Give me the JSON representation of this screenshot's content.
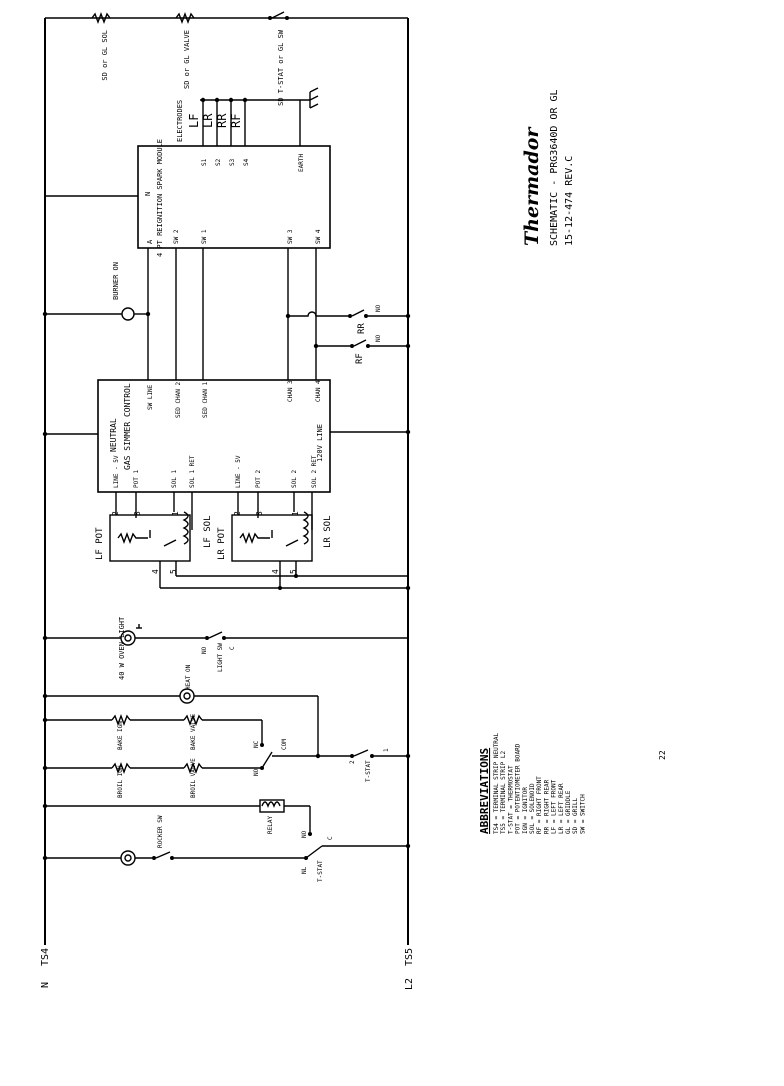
{
  "title_block": {
    "brand": "Thermador",
    "line1": "SCHEMATIC - PRG3640D OR GL",
    "line2": "15-12-474 REV.C"
  },
  "page_number": "22",
  "terminals": {
    "ts4": "TS4",
    "n": "N",
    "ts5": "TS5",
    "l2": "L2"
  },
  "labels": {
    "sd_l1_sol": "SD or GL SOL",
    "sd_l2_valve": "SD or GL VALVE",
    "tstat_sw": "SD T-STAT or GL SW",
    "electrodes": "ELECTRODES",
    "lf": "LF",
    "lr": "LR",
    "rr": "RR",
    "rf": "RF",
    "s1": "S1",
    "s2": "S2",
    "s3": "S3",
    "s4": "S4",
    "earth": "EARTH",
    "spark_module": "4 PT REIGNITION SPARK MODULE",
    "spark_n": "N",
    "spark_a": "A",
    "sw1": "SW 1",
    "sw2": "SW 2",
    "sw3": "SW 3",
    "sw4": "SW 4",
    "burner_on": "BURNER ON",
    "gas_control": "GAS SIMMER CONTROL",
    "neutral": "NEUTRAL",
    "sw_line": "SW LINE",
    "sed_chan2": "SED CHAN 2",
    "sed_chan1": "SED CHAN 1",
    "chan3": "CHAN 3",
    "chan4": "CHAN 4",
    "line_120v": "120V LINE",
    "line_5v_a": "LINE - 5V",
    "pot1": "POT 1",
    "sol1": "SOL 1",
    "sol1_ret": "SOL 1 RET",
    "line_5v_b": "LINE - 5V",
    "pot2": "POT 2",
    "sol2": "SOL 2",
    "sol2_ret": "SOL 2 RET",
    "lf_pot": "LF POT",
    "lf_sol": "LF SOL",
    "lr_pot": "LR POT",
    "lr_sol": "LR SOL",
    "n_rr": "RR",
    "n_rf": "RF",
    "no": "NO",
    "oven_light": "40 W OVEN LIGHT",
    "light_sw": "LIGHT SW",
    "heat_on": "HEAT ON",
    "bake_ign": "BAKE IGN",
    "bake_valve": "BAKE VALVE",
    "broil_ign": "BROIL IGN",
    "broil_valve": "BROIL VALVE",
    "relay": "RELAY",
    "rocker_sw": "ROCKER SW",
    "tstat_a": "T-STAT",
    "tstat_b": "T-STAT",
    "com": "COM",
    "nc": "NC",
    "c": "C",
    "nl": "NL",
    "one": "1",
    "two": "2",
    "three": "3",
    "four": "4",
    "five": "5"
  },
  "abbreviations": {
    "heading": "ABBREVIATIONS",
    "items": [
      "TS4 = TERMINAL STRIP NEUTRAL",
      "TS5 = TERMINAL STRIP L2",
      "T-STAT = THERMOSTAT",
      "POT = POTENTIOMETER BOARD",
      "IGN = IGNITOR",
      "SOL = SOLENOID",
      "RF = RIGHT FRONT",
      "RR = RIGHT REAR",
      "LF = LEFT FRONT",
      "LR = LEFT REAR",
      "GL = GRIDDLE",
      "SD = GRILL",
      "SW = SWITCH"
    ]
  }
}
